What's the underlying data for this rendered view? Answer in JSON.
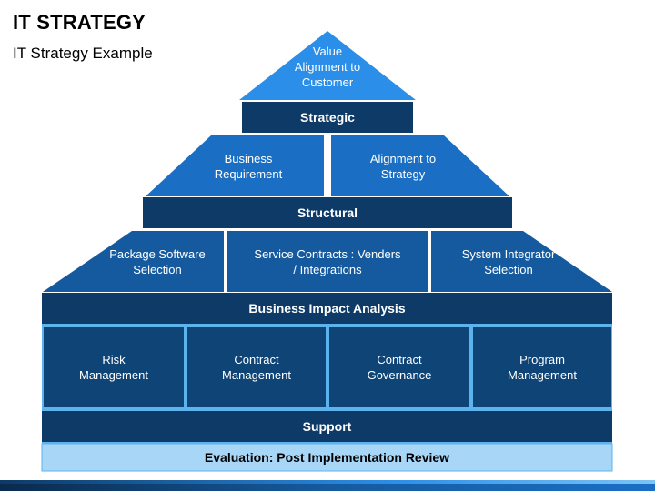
{
  "header": {
    "title": "IT STRATEGY",
    "subtitle": "IT Strategy Example"
  },
  "pyramid": {
    "apex": "Value\nAlignment to\nCustomer",
    "strategic": {
      "label": "Strategic",
      "items": [
        "Business\nRequirement",
        "Alignment to\nStrategy"
      ]
    },
    "structural": {
      "label": "Structural",
      "items": [
        "Package Software\nSelection",
        "Service Contracts : Venders\n/ Integrations",
        "System Integrator\nSelection"
      ]
    },
    "business_impact": {
      "label": "Business Impact Analysis",
      "items": [
        "Risk\nManagement",
        "Contract\nManagement",
        "Contract\nGovernance",
        "Program\nManagement"
      ]
    },
    "support": {
      "label": "Support"
    },
    "evaluation": {
      "label": "Evaluation: Post Implementation Review"
    }
  },
  "colors": {
    "apex": "#2b8ee8",
    "tier2": "#1a6fc4",
    "tier3": "#155a9e",
    "dark_bar": "#0d3a66",
    "bottom_box": "#0f4476",
    "eval_bg": "#a7d6f7",
    "outline": "#5db3ee"
  }
}
